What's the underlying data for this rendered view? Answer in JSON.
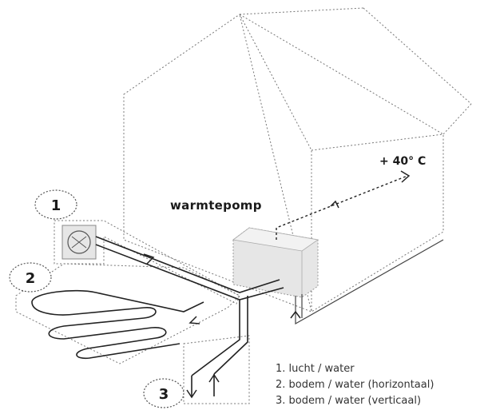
{
  "labels": {
    "heat_pump": "warmtepomp",
    "temperature": "+ 40° C"
  },
  "badges": [
    "1",
    "2",
    "3"
  ],
  "legend": [
    "1. lucht / water",
    "2. bodem / water (horizontaal)",
    "3. bodem / water (verticaal)"
  ]
}
